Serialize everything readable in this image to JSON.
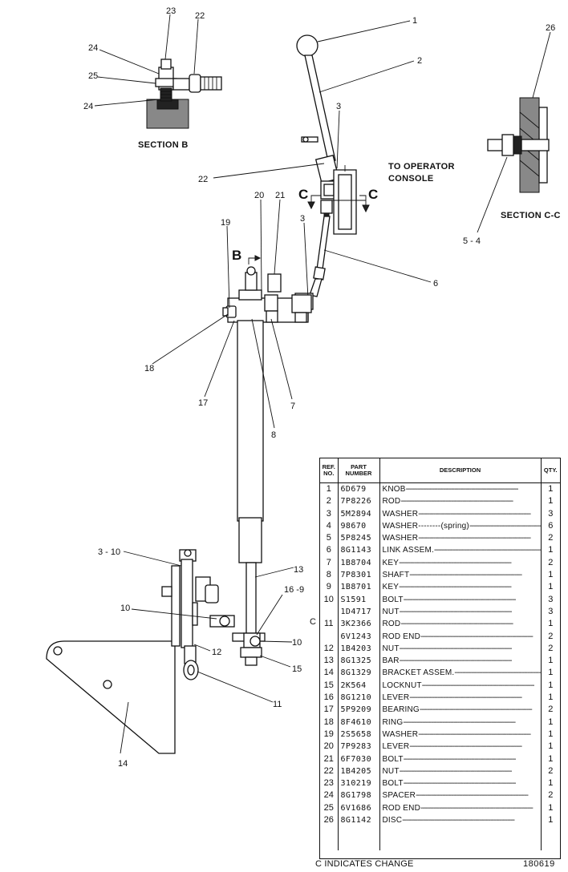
{
  "labels": {
    "section_b": "SECTION B",
    "section_cc": "SECTION C-C",
    "to_operator": "TO OPERATOR",
    "console": "CONSOLE",
    "mark_b": "B",
    "mark_c": "C",
    "refs": {
      "r1": "1",
      "r2": "2",
      "r3a": "3",
      "r3b": "3",
      "r6": "6",
      "r7": "7",
      "r8": "8",
      "r11": "11",
      "r12": "12",
      "r13": "13",
      "r14": "14",
      "r15": "15",
      "r16_9": "16 -9",
      "r10a": "10",
      "r10b": "10",
      "r3_10": "3 - 10",
      "r17": "17",
      "r18": "18",
      "r19": "19",
      "r20": "20",
      "r21": "21",
      "r22a": "22",
      "r22b": "22",
      "r23": "23",
      "r24a": "24",
      "r24b": "24",
      "r25": "25",
      "r26": "26",
      "r5_4": "5 - 4"
    }
  },
  "table": {
    "headers": {
      "ref": "REF. NO.",
      "part": "PART NUMBER",
      "desc": "DESCRIPTION",
      "qty": "QTY."
    },
    "rows": [
      {
        "ref": "1",
        "part": "6D679",
        "desc": "KNOB",
        "qty": "1"
      },
      {
        "ref": "2",
        "part": "7P8226",
        "desc": "ROD",
        "qty": "1"
      },
      {
        "ref": "3",
        "part": "5M2894",
        "desc": "WASHER",
        "qty": "3"
      },
      {
        "ref": "4",
        "part": "98670",
        "desc": "WASHER--------(spring)",
        "qty": "6"
      },
      {
        "ref": "5",
        "part": "5P8245",
        "desc": "WASHER",
        "qty": "2"
      },
      {
        "ref": "6",
        "part": "8G1143",
        "desc": "LINK ASSEM.",
        "qty": "1"
      },
      {
        "ref": "7",
        "part": "1B8704",
        "desc": "KEY",
        "qty": "2"
      },
      {
        "ref": "8",
        "part": "7P8301",
        "desc": "SHAFT",
        "qty": "1"
      },
      {
        "ref": "9",
        "part": "1B8701",
        "desc": "KEY",
        "qty": "1"
      },
      {
        "ref": "10",
        "part": "S1591",
        "desc": "BOLT",
        "qty": "3"
      },
      {
        "ref": "",
        "part": "1D4717",
        "desc": "NUT",
        "qty": "3"
      },
      {
        "ref": "11",
        "part": "3K2366",
        "desc": "ROD",
        "qty": "1"
      },
      {
        "ref": "",
        "part": "6V1243",
        "desc": "ROD END",
        "qty": "2"
      },
      {
        "ref": "12",
        "part": "1B4203",
        "desc": "NUT",
        "qty": "2"
      },
      {
        "ref": "13",
        "part": "8G1325",
        "desc": "BAR",
        "qty": "1"
      },
      {
        "ref": "14",
        "part": "8G1329",
        "desc": "BRACKET ASSEM.",
        "qty": "1"
      },
      {
        "ref": "15",
        "part": "2K564",
        "desc": "LOCKNUT",
        "qty": "1"
      },
      {
        "ref": "16",
        "part": "8G1210",
        "desc": "LEVER",
        "qty": "1"
      },
      {
        "ref": "17",
        "part": "5P9209",
        "desc": "BEARING",
        "qty": "2"
      },
      {
        "ref": "18",
        "part": "8F4610",
        "desc": "RING",
        "qty": "1"
      },
      {
        "ref": "19",
        "part": "2S5658",
        "desc": "WASHER",
        "qty": "1"
      },
      {
        "ref": "20",
        "part": "7P9283",
        "desc": "LEVER",
        "qty": "1"
      },
      {
        "ref": "21",
        "part": "6F7030",
        "desc": "BOLT",
        "qty": "1"
      },
      {
        "ref": "22",
        "part": "1B4205",
        "desc": "NUT",
        "qty": "2"
      },
      {
        "ref": "23",
        "part": "310219",
        "desc": "BOLT",
        "qty": "1"
      },
      {
        "ref": "24",
        "part": "8G1798",
        "desc": "SPACER",
        "qty": "2"
      },
      {
        "ref": "25",
        "part": "6V1686",
        "desc": "ROD END",
        "qty": "1"
      },
      {
        "ref": "26",
        "part": "8G1142",
        "desc": "DISC",
        "qty": "1"
      }
    ],
    "change_mark": "C",
    "footnote": "C INDICATES CHANGE",
    "drawing_number": "180619"
  }
}
